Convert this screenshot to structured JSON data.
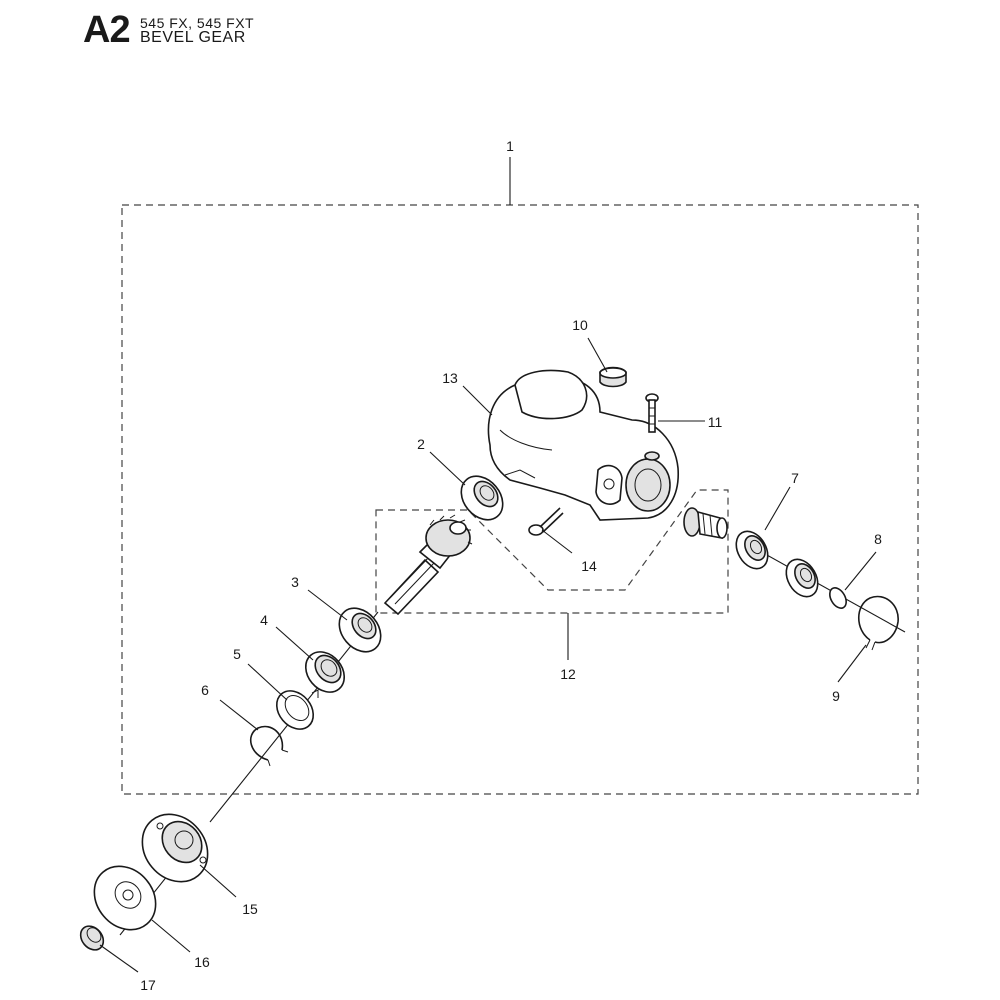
{
  "header": {
    "section_code": "A2",
    "models": "545 FX, 545 FXT",
    "title": "BEVEL GEAR"
  },
  "callouts": {
    "c1": "1",
    "c2": "2",
    "c3": "3",
    "c4": "4",
    "c5": "5",
    "c6": "6",
    "c7": "7",
    "c8": "8",
    "c9": "9",
    "c10": "10",
    "c11": "11",
    "c12": "12",
    "c13": "13",
    "c14": "14",
    "c15": "15",
    "c16": "16",
    "c17": "17"
  }
}
